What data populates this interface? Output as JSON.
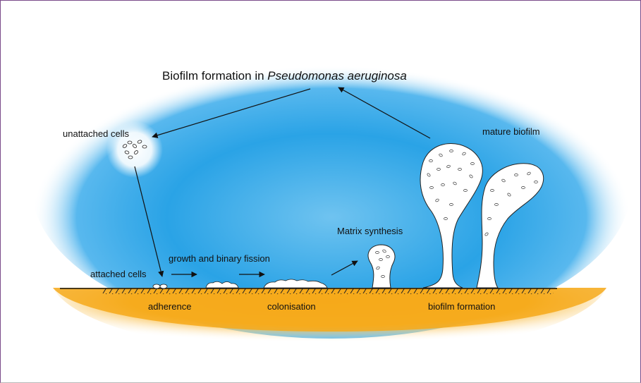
{
  "title": {
    "prefix": "Biofilm formation in ",
    "species": "Pseudomonas aeruginosa"
  },
  "labels": {
    "unattached": "unattached cells",
    "attached": "attached cells",
    "growth": "growth and binary fission",
    "matrix": "Matrix synthesis",
    "mature": "mature biofilm"
  },
  "stages": {
    "adherence": "adherence",
    "colonisation": "colonisation",
    "biofilm": "biofilm formation"
  },
  "colors": {
    "sky_outer": "#ffffff",
    "sky_inner": "#2aa3e6",
    "ground_outer": "#ffffff",
    "ground_inner": "#f6a91a",
    "ink": "#111111",
    "cell_fill": "#ffffff"
  }
}
